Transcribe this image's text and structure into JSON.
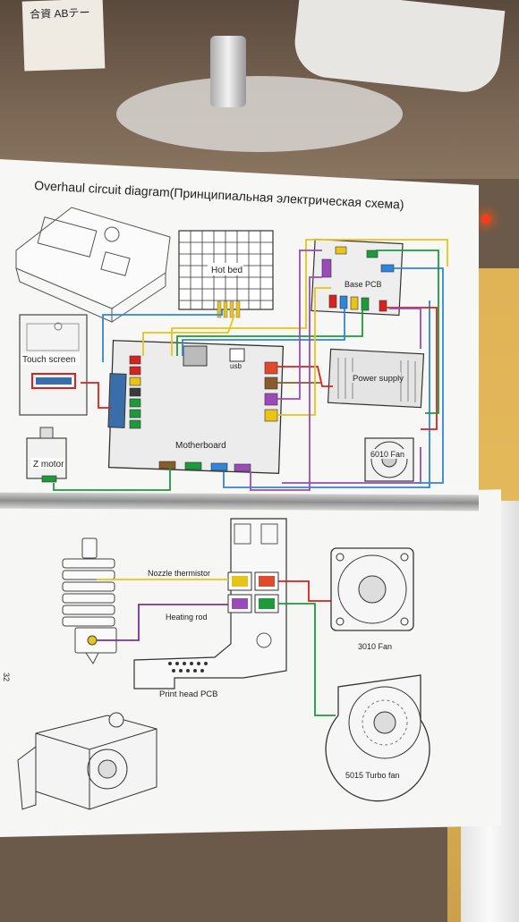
{
  "page": {
    "title": "Overhaul circuit diagram(Принципиальная электрическая схема)",
    "page_number": "32"
  },
  "box_label": "合資 ABテー",
  "upper_diagram": {
    "labels": {
      "hot_bed": "Hot bed",
      "touch_screen": "Touch screen",
      "z_motor": "Z motor",
      "motherboard": "Motherboard",
      "usb": "usb",
      "base_pcb": "Base PCB",
      "power_supply": "Power supply",
      "fan_6010": "6010 Fan"
    }
  },
  "lower_diagram": {
    "labels": {
      "nozzle_thermistor": "Nozzle thermistor",
      "heating_rod": "Heating rod",
      "print_head_pcb": "Print head PCB",
      "fan_3010": "3010 Fan",
      "fan_5015": "5015 Turbo fan"
    }
  },
  "colors": {
    "wire_red": "#d8221c",
    "wire_blue": "#2f86d8",
    "wire_green": "#1d9a3a",
    "wire_yellow": "#e8c419",
    "wire_purple": "#7c2f9a",
    "wire_brown": "#8a5a2b",
    "connector_red": "#e04a2a",
    "connector_purple": "#9b4bb8"
  }
}
